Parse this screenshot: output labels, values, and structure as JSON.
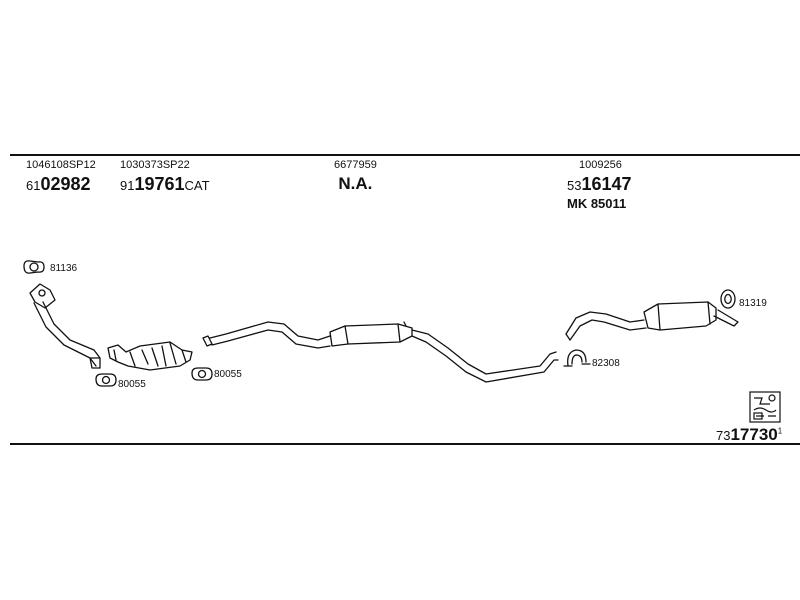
{
  "parts": {
    "front_pipe": {
      "oem": "1046108SP12",
      "prefix": "61",
      "code": "02982"
    },
    "catalyst": {
      "oem": "1030373SP22",
      "prefix": "91",
      "code": "19761",
      "suffix": "CAT"
    },
    "middle": {
      "oem": "6677959",
      "code": "N.A."
    },
    "rear": {
      "oem": "1009256",
      "prefix": "53",
      "code": "16147",
      "kit": "MK  85011"
    }
  },
  "labels": {
    "gasket_front": "81136",
    "gasket_cat_in": "80055",
    "gasket_cat_out": "80055",
    "clamp": "82308",
    "rubber_mount": "81319"
  },
  "assembly_set": {
    "prefix": "73",
    "code": "17730",
    "sup": "1"
  },
  "colors": {
    "line": "#111111",
    "background": "#ffffff"
  }
}
